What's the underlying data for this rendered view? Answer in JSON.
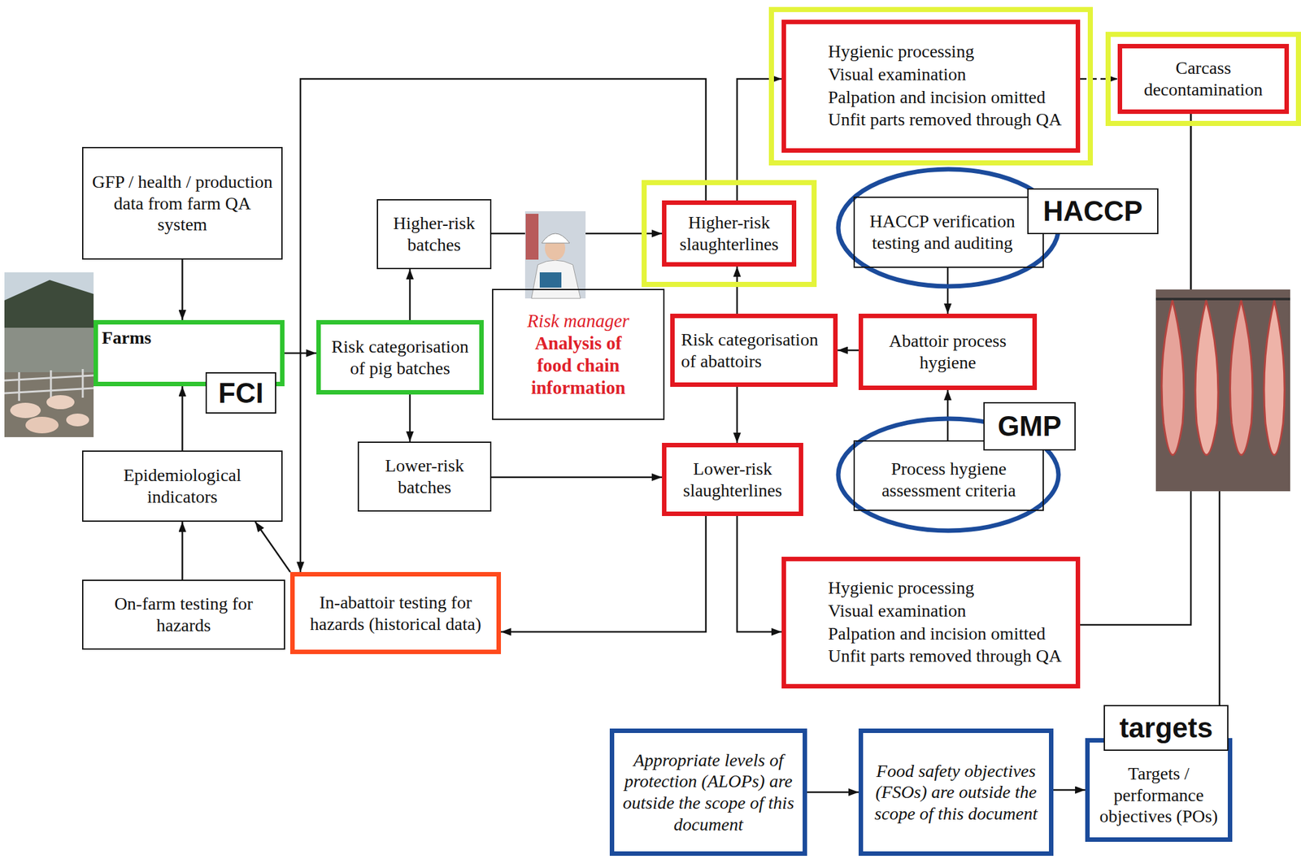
{
  "diagram": {
    "nodes": [
      {
        "text": [
          "GFP / health / production data from farm QA system"
        ]
      },
      {
        "text": [
          "Farms"
        ]
      },
      {
        "text": [
          "FCI"
        ]
      },
      {
        "text": [
          "Epidemiological indicators"
        ]
      },
      {
        "text": [
          "On-farm testing for hazards"
        ]
      },
      {
        "text": [
          "In-abattoir testing for hazards (historical data)"
        ]
      },
      {
        "text": [
          "Risk categorisation of pig batches"
        ]
      },
      {
        "text": [
          "Higher-risk batches"
        ]
      },
      {
        "text": [
          "Lower-risk batches"
        ]
      },
      {
        "text": [
          "Risk manager",
          "Analysis of food chain information"
        ]
      },
      {
        "text": [
          "Higher-risk slaughterlines"
        ]
      },
      {
        "text": [
          "Hygienic processing",
          "Visual examination",
          "Palpation and incision omitted",
          "Unfit parts removed through QA"
        ]
      },
      {
        "text": [
          "Carcass decontamination"
        ]
      },
      {
        "text": [
          "HACCP verification testing and auditing"
        ]
      },
      {
        "text": [
          "HACCP"
        ]
      },
      {
        "text": [
          "Risk categorisation of abattoirs"
        ]
      },
      {
        "text": [
          "Abattoir process hygiene"
        ]
      },
      {
        "text": [
          "Process hygiene assessment criteria"
        ]
      },
      {
        "text": [
          "GMP"
        ]
      },
      {
        "text": [
          "Lower-risk slaughterlines"
        ]
      },
      {
        "text": [
          "Hygienic processing",
          "Visual examination",
          "Palpation and incision omitted",
          "Unfit parts removed through QA"
        ]
      },
      {
        "text": [
          "Appropriate levels of protection (ALOPs) are outside the scope of this document"
        ]
      },
      {
        "text": [
          "Food safety objectives (FSOs) are outside the scope of this document"
        ]
      },
      {
        "text": [
          "Targets / performance objectives (POs)"
        ]
      },
      {
        "text": [
          "targets"
        ]
      }
    ],
    "edges": [
      {
        "from": 0,
        "to": 1,
        "arrow": "to"
      },
      {
        "from": 3,
        "to": 1,
        "arrow": "to"
      },
      {
        "from": 4,
        "to": 3,
        "arrow": "to"
      },
      {
        "from": 5,
        "to": 3,
        "arrow": "to"
      },
      {
        "from": 1,
        "to": 6,
        "arrow": "to"
      },
      {
        "from": 6,
        "to": 7,
        "arrow": "to"
      },
      {
        "from": 6,
        "to": 8,
        "arrow": "to"
      },
      {
        "from": 7,
        "to": 10,
        "arrow": "to"
      },
      {
        "from": 8,
        "to": 19,
        "arrow": "to"
      },
      {
        "from": 15,
        "to": 10,
        "arrow": "to"
      },
      {
        "from": 15,
        "to": 19,
        "arrow": "to"
      },
      {
        "from": 16,
        "to": 15,
        "arrow": "to"
      },
      {
        "from": 13,
        "to": 16,
        "arrow": "to"
      },
      {
        "from": 17,
        "to": 16,
        "arrow": "to"
      },
      {
        "from": 10,
        "to": 11,
        "arrow": "to"
      },
      {
        "from": 19,
        "to": 20,
        "arrow": "to"
      },
      {
        "from": 10,
        "to": 5,
        "arrow": "to"
      },
      {
        "from": 19,
        "to": 5,
        "arrow": "to"
      },
      {
        "from": 11,
        "to": 12,
        "arrow": "to"
      },
      {
        "from": 20,
        "to": 12,
        "arrow": "none"
      },
      {
        "from": 12,
        "to": 23,
        "arrow": "none"
      },
      {
        "from": 21,
        "to": 22,
        "arrow": "to"
      },
      {
        "from": 22,
        "to": 23,
        "arrow": "to"
      }
    ]
  }
}
